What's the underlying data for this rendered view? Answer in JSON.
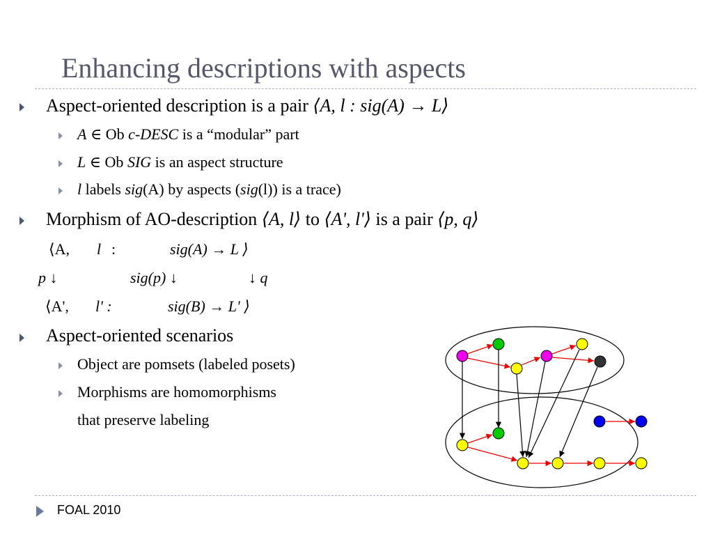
{
  "title": "Enhancing descriptions with aspects",
  "bullets": {
    "b1": {
      "text": "Aspect-oriented description is a pair",
      "formula": "⟨A, l : sig(A) → L⟩"
    },
    "b1_sub": {
      "s1": {
        "a": "A",
        "rel": " ∈ Ob ",
        "b": "c-DESC",
        "rest": " is a “modular” part"
      },
      "s2": {
        "a": "L",
        "rel": " ∈ Ob ",
        "b": "SIG",
        "rest": " is an aspect structure"
      },
      "s3": {
        "a": "l",
        "t1": " labels ",
        "f1": "sig",
        "f2": "(A)",
        "t2": " by aspects (",
        "f3": "sig",
        "f4": "(l)",
        "t3": ") is a trace)"
      }
    },
    "b2": {
      "t1": "Morphism of AO-description ",
      "f1": "⟨A, l⟩",
      "t2": " to ",
      "f2": "⟨A', l'⟩",
      "t3": " is a pair ",
      "f3": "⟨p, q⟩"
    },
    "b3": {
      "text": "Aspect-oriented scenarios",
      "sub1": "Object are pomsets (labeled posets)",
      "sub2": "Morphisms are homomorphisms",
      "sub2b": "that preserve labeling"
    }
  },
  "matrix": {
    "r1": {
      "c1": "⟨A,",
      "c2": "l",
      "c3": ":",
      "c4": "sig(A) → L ⟩"
    },
    "r2": {
      "c1": "p ↓",
      "c2": "sig(p) ↓",
      "c3": "↓ q"
    },
    "r3": {
      "c1": "⟨A',",
      "c2": "l' :",
      "c4": "sig(B) → L' ⟩"
    }
  },
  "footer": "FOAL 2010",
  "colors": {
    "magenta": "#ee00ee",
    "green": "#00cc00",
    "yellow": "#ffff00",
    "dark": "#333333",
    "blue": "#0000ee",
    "arrow_red": "#ee0000"
  }
}
